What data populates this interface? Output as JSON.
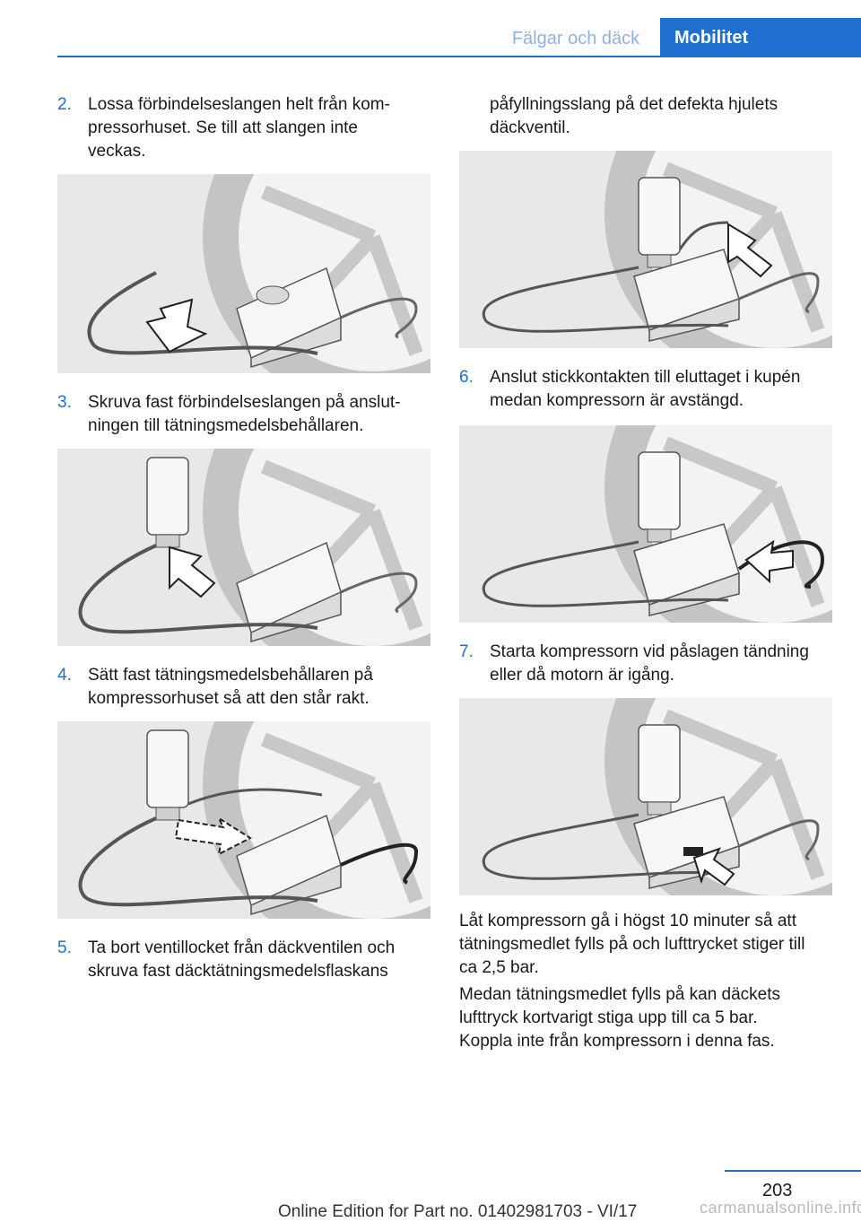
{
  "header": {
    "section_tab": "Fälgar och däck",
    "chapter_tab": "Mobilitet"
  },
  "steps": [
    {
      "num": "2.",
      "lines": [
        "Lossa förbindelseslangen helt från kom‐",
        "pressorhuset. Se till att slangen inte",
        "veckas."
      ]
    },
    {
      "num": "3.",
      "lines": [
        "Skruva fast förbindelseslangen på anslut‐",
        "ningen till tätningsmedelsbehållaren."
      ]
    },
    {
      "num": "4.",
      "lines": [
        "Sätt fast tätningsmedelsbehållaren på",
        "kompressorhuset så att den står rakt."
      ]
    },
    {
      "num": "5.",
      "lines": [
        "Ta bort ventillocket från däckventilen och",
        "skruva fast däcktätningsmedelsflaskans"
      ]
    },
    {
      "num": "",
      "lines": [
        "påfyllningsslang på det defekta hjulets",
        "däckventil."
      ]
    },
    {
      "num": "6.",
      "lines": [
        "Anslut stickkontakten till eluttaget i kupén",
        "medan kompressorn är avstängd."
      ]
    },
    {
      "num": "7.",
      "lines": [
        "Starta kompressorn vid påslagen tändning",
        "eller då motorn är igång."
      ]
    }
  ],
  "paragraphs": [
    [
      "Låt kompressorn gå i högst 10 minuter så att",
      "tätningsmedlet fylls på och lufttrycket stiger till",
      "ca 2,5 bar."
    ],
    [
      "Medan tätningsmedlet fylls på kan däckets",
      "lufttryck kortvarigt stiga upp till ca 5 bar.",
      "Koppla inte från kompressorn i denna fas."
    ]
  ],
  "footer": {
    "page_number": "203",
    "edition": "Online Edition for Part no. 01402981703 - VI/17",
    "watermark": "carmanualsonline.info"
  }
}
